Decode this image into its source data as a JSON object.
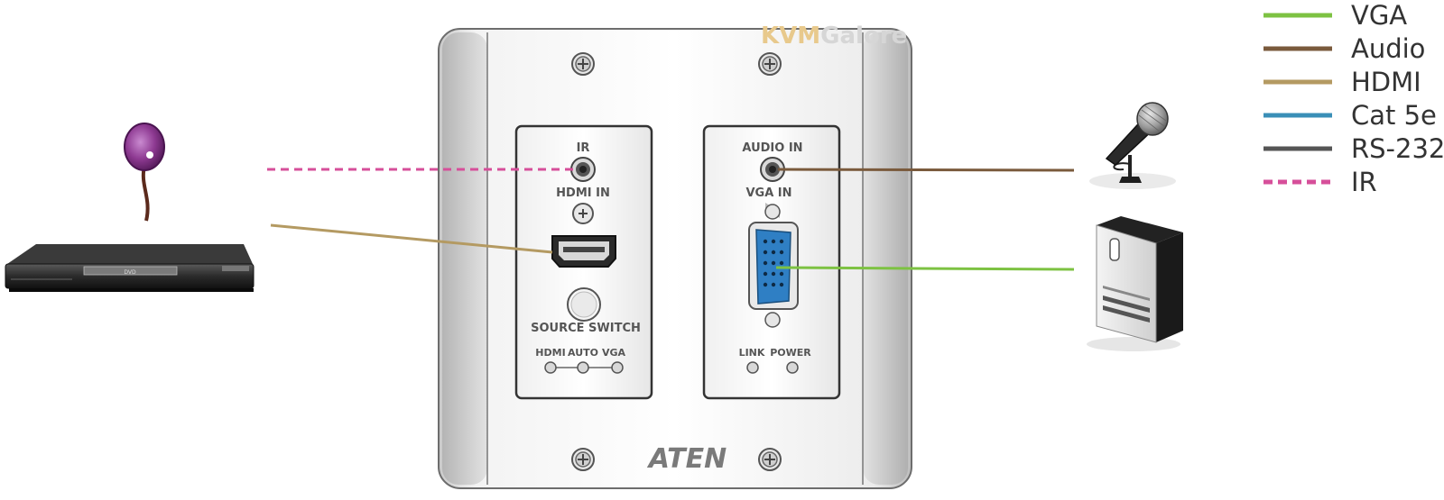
{
  "watermark": {
    "part1": "KVM",
    "part2": "Galore"
  },
  "brand": "ATEN",
  "left_module": {
    "ir_label": "IR",
    "hdmi_in_label": "HDMI IN",
    "source_switch_label": "SOURCE  SWITCH",
    "led_labels": [
      "HDMI",
      "AUTO",
      "VGA"
    ]
  },
  "right_module": {
    "audio_in_label": "AUDIO IN",
    "vga_in_label": "VGA IN",
    "led_labels": [
      "LINK",
      "POWER"
    ]
  },
  "dvd_player": {
    "panel_label": "DVD"
  },
  "legend": [
    {
      "label": "VGA",
      "color": "#7dc242",
      "style": "solid"
    },
    {
      "label": "Audio",
      "color": "#7a5a3c",
      "style": "solid"
    },
    {
      "label": "HDMI",
      "color": "#b49a62",
      "style": "solid"
    },
    {
      "label": "Cat 5e",
      "color": "#3a8fb7",
      "style": "solid"
    },
    {
      "label": "RS-232",
      "color": "#555555",
      "style": "solid"
    },
    {
      "label": "IR",
      "color": "#d64f9a",
      "style": "dashed"
    }
  ],
  "connections": [
    {
      "type": "IR",
      "from": "ir-receiver",
      "to": "ir-port"
    },
    {
      "type": "HDMI",
      "from": "dvd-player",
      "to": "hdmi-in-port"
    },
    {
      "type": "Audio",
      "from": "microphone",
      "to": "audio-in-port"
    },
    {
      "type": "VGA",
      "from": "computer",
      "to": "vga-in-port"
    }
  ]
}
